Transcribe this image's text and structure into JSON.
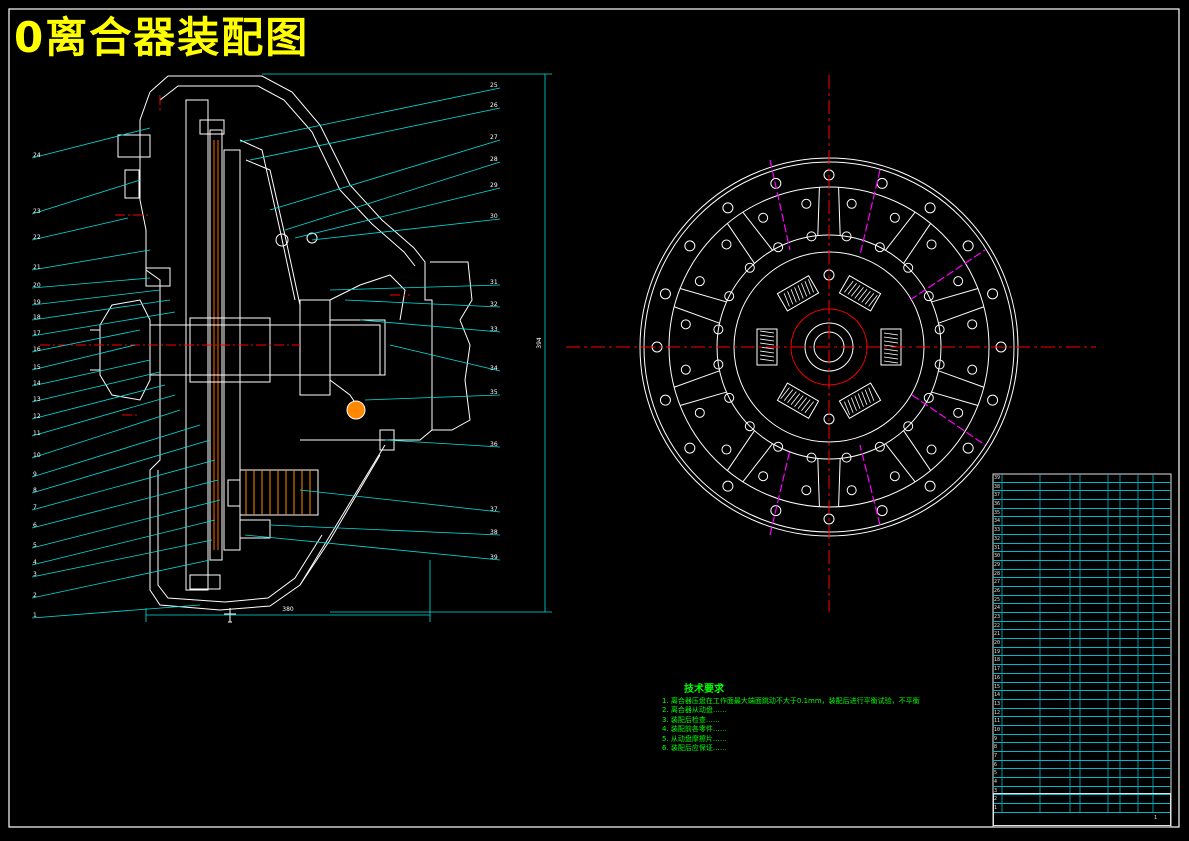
{
  "title": "0离合器装配图",
  "callouts_left": [
    "24",
    "23",
    "22",
    "21",
    "20",
    "19",
    "18",
    "17",
    "16",
    "15",
    "14",
    "13",
    "12",
    "11",
    "10",
    "9",
    "8",
    "7",
    "6",
    "5",
    "4",
    "3",
    "2",
    "1"
  ],
  "callouts_right": [
    "25",
    "26",
    "27",
    "28",
    "29",
    "30",
    "31",
    "32",
    "33",
    "34",
    "35",
    "36",
    "37",
    "38",
    "39"
  ],
  "dimension_bottom": "380",
  "dimension_right": "394",
  "tech_requirements": {
    "heading": "技术要求",
    "lines": [
      "1. 离合器压盘在工作面最大端面跳动不大于0.1mm，装配后进行平衡试验，不平衡",
      "2. 离合器从动盘……",
      "3. 装配后检查……",
      "4. 装配前各零件……",
      "5. 从动盘摩擦片……",
      "6. 装配后应保证……"
    ]
  },
  "bom_rows": [
    {
      "no": "39",
      "code": "",
      "name": "",
      "qty": "",
      "mat": ""
    },
    {
      "no": "38",
      "code": "",
      "name": "",
      "qty": "",
      "mat": ""
    },
    {
      "no": "37",
      "code": "",
      "name": "",
      "qty": "",
      "mat": ""
    },
    {
      "no": "36",
      "code": "",
      "name": "",
      "qty": "",
      "mat": ""
    },
    {
      "no": "35",
      "code": "",
      "name": "",
      "qty": "",
      "mat": ""
    },
    {
      "no": "34",
      "code": "",
      "name": "",
      "qty": "",
      "mat": ""
    },
    {
      "no": "33",
      "code": "",
      "name": "",
      "qty": "",
      "mat": ""
    },
    {
      "no": "32",
      "code": "",
      "name": "",
      "qty": "",
      "mat": ""
    },
    {
      "no": "31",
      "code": "",
      "name": "",
      "qty": "",
      "mat": ""
    },
    {
      "no": "30",
      "code": "",
      "name": "",
      "qty": "",
      "mat": ""
    },
    {
      "no": "29",
      "code": "",
      "name": "",
      "qty": "",
      "mat": ""
    },
    {
      "no": "28",
      "code": "",
      "name": "",
      "qty": "",
      "mat": ""
    },
    {
      "no": "27",
      "code": "",
      "name": "",
      "qty": "",
      "mat": ""
    },
    {
      "no": "26",
      "code": "",
      "name": "",
      "qty": "",
      "mat": ""
    },
    {
      "no": "25",
      "code": "",
      "name": "",
      "qty": "",
      "mat": ""
    },
    {
      "no": "24",
      "code": "",
      "name": "",
      "qty": "",
      "mat": ""
    },
    {
      "no": "23",
      "code": "",
      "name": "",
      "qty": "",
      "mat": ""
    },
    {
      "no": "22",
      "code": "",
      "name": "",
      "qty": "",
      "mat": ""
    },
    {
      "no": "21",
      "code": "",
      "name": "",
      "qty": "",
      "mat": ""
    },
    {
      "no": "20",
      "code": "",
      "name": "",
      "qty": "",
      "mat": ""
    },
    {
      "no": "19",
      "code": "",
      "name": "",
      "qty": "",
      "mat": ""
    },
    {
      "no": "18",
      "code": "",
      "name": "",
      "qty": "",
      "mat": ""
    },
    {
      "no": "17",
      "code": "",
      "name": "",
      "qty": "",
      "mat": ""
    },
    {
      "no": "16",
      "code": "",
      "name": "",
      "qty": "",
      "mat": ""
    },
    {
      "no": "15",
      "code": "",
      "name": "",
      "qty": "",
      "mat": ""
    },
    {
      "no": "14",
      "code": "",
      "name": "",
      "qty": "",
      "mat": ""
    },
    {
      "no": "13",
      "code": "",
      "name": "",
      "qty": "",
      "mat": ""
    },
    {
      "no": "12",
      "code": "",
      "name": "",
      "qty": "",
      "mat": ""
    },
    {
      "no": "11",
      "code": "",
      "name": "",
      "qty": "",
      "mat": ""
    },
    {
      "no": "10",
      "code": "",
      "name": "",
      "qty": "",
      "mat": ""
    },
    {
      "no": "9",
      "code": "",
      "name": "",
      "qty": "",
      "mat": ""
    },
    {
      "no": "8",
      "code": "",
      "name": "",
      "qty": "",
      "mat": ""
    },
    {
      "no": "7",
      "code": "",
      "name": "",
      "qty": "",
      "mat": ""
    },
    {
      "no": "6",
      "code": "",
      "name": "",
      "qty": "",
      "mat": ""
    },
    {
      "no": "5",
      "code": "",
      "name": "",
      "qty": "",
      "mat": ""
    },
    {
      "no": "4",
      "code": "",
      "name": "",
      "qty": "",
      "mat": ""
    },
    {
      "no": "3",
      "code": "",
      "name": "",
      "qty": "",
      "mat": ""
    },
    {
      "no": "2",
      "code": "",
      "name": "",
      "qty": "",
      "mat": ""
    },
    {
      "no": "1",
      "code": "",
      "name": "",
      "qty": "",
      "mat": ""
    }
  ],
  "title_block": {
    "drawing_name": "",
    "scale": "",
    "sheet": "1"
  },
  "colors": {
    "background": "#000000",
    "title": "#ffff00",
    "line_white": "#ffffff",
    "leader_cyan": "#00e0e0",
    "center_red": "#ff0000",
    "accent_magenta": "#ff00ff",
    "text_green": "#00ff00"
  }
}
